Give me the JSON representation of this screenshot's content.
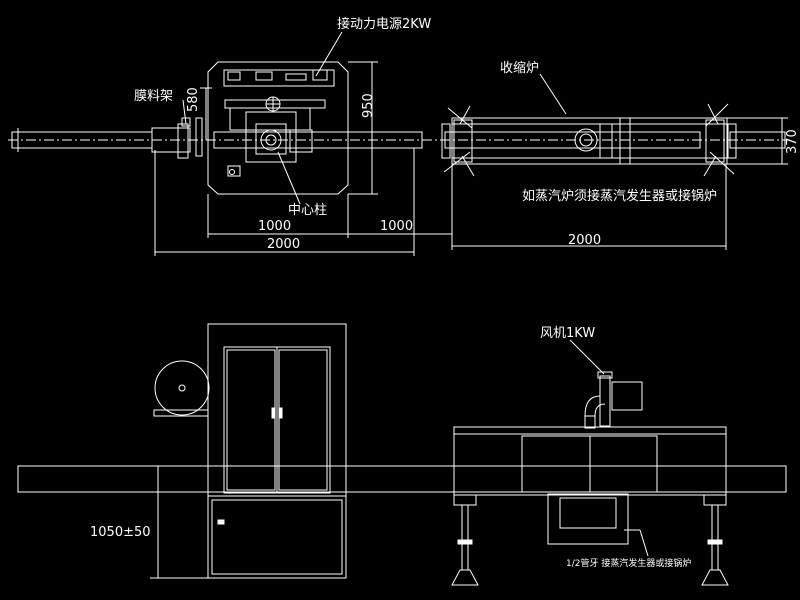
{
  "labels": {
    "power_source": "接动力电源2KW",
    "film_rack": "膜料架",
    "shrink_furnace": "收缩炉",
    "center_column": "中心柱",
    "steam_note": "如蒸汽炉须接蒸汽发生器或接锅炉",
    "fan": "风机1KW",
    "pipe_note": "1/2管牙  接蒸汽发生器或接锅炉",
    "height": "1050±50"
  },
  "dimensions": {
    "d580": "580",
    "d950": "950",
    "d370": "370",
    "d1000_a": "1000",
    "d1000_b": "1000",
    "d2000_a": "2000",
    "d2000_b": "2000"
  }
}
